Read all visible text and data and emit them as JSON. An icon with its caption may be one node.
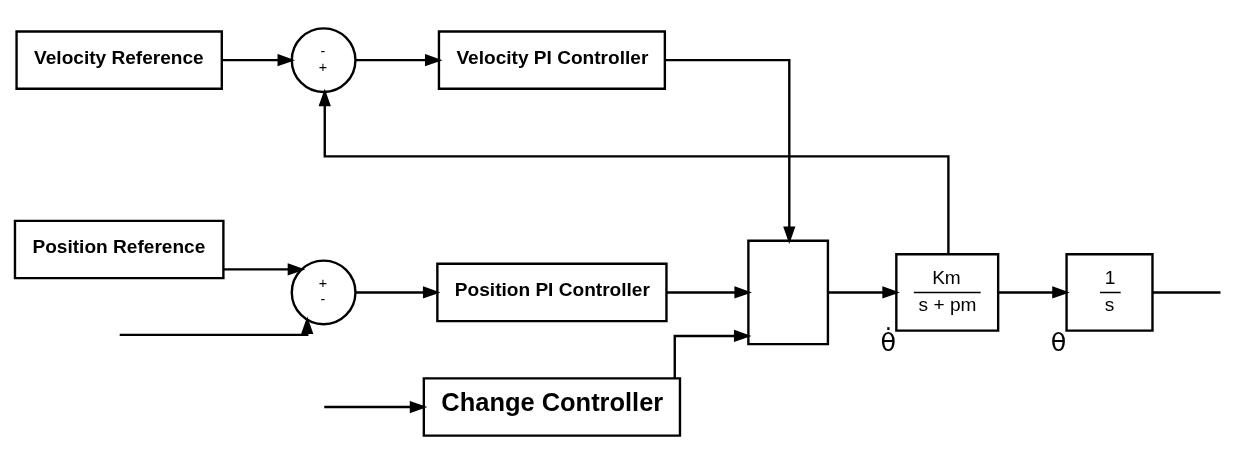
{
  "diagram": {
    "nodes": [
      {
        "text": [
          "Velocity Reference"
        ]
      },
      {
        "text": [
          "-",
          "+"
        ]
      },
      {
        "text": [
          "Velocity PI Controller"
        ]
      },
      {
        "text": [
          "Position Reference"
        ]
      },
      {
        "text": [
          "+",
          "-"
        ]
      },
      {
        "text": [
          "Position PI Controller"
        ]
      },
      {
        "text": [],
        "shape": "box"
      },
      {
        "text": [
          "Change Controller"
        ]
      },
      {
        "text": [
          "Km",
          "s + pm"
        ],
        "beside": [
          "θ̇"
        ]
      },
      {
        "text": [
          "1",
          "s"
        ],
        "beside": [
          "θ"
        ]
      }
    ],
    "edges": [
      {
        "from": 0,
        "to": 1,
        "arrow": "to"
      },
      {
        "from": 1,
        "to": 2,
        "arrow": "to"
      },
      {
        "from": 3,
        "to": 4,
        "arrow": "to"
      },
      {
        "from": 4,
        "to": 5,
        "arrow": "to"
      },
      {
        "from": 2,
        "to": 6,
        "arrow": "to"
      },
      {
        "from": 5,
        "to": 6,
        "arrow": "to"
      },
      {
        "from": 7,
        "to": 6,
        "arrow": "to"
      },
      {
        "from": 6,
        "to": 8,
        "arrow": "to"
      },
      {
        "from": 8,
        "to": 9,
        "arrow": "to"
      },
      {
        "from": 8,
        "to": 1,
        "arrow": "to"
      },
      {
        "from": 9,
        "to": null,
        "arrow": "none"
      },
      {
        "from": null,
        "to": 7,
        "arrow": "to"
      },
      {
        "from": null,
        "to": 4,
        "arrow": "to"
      }
    ]
  }
}
